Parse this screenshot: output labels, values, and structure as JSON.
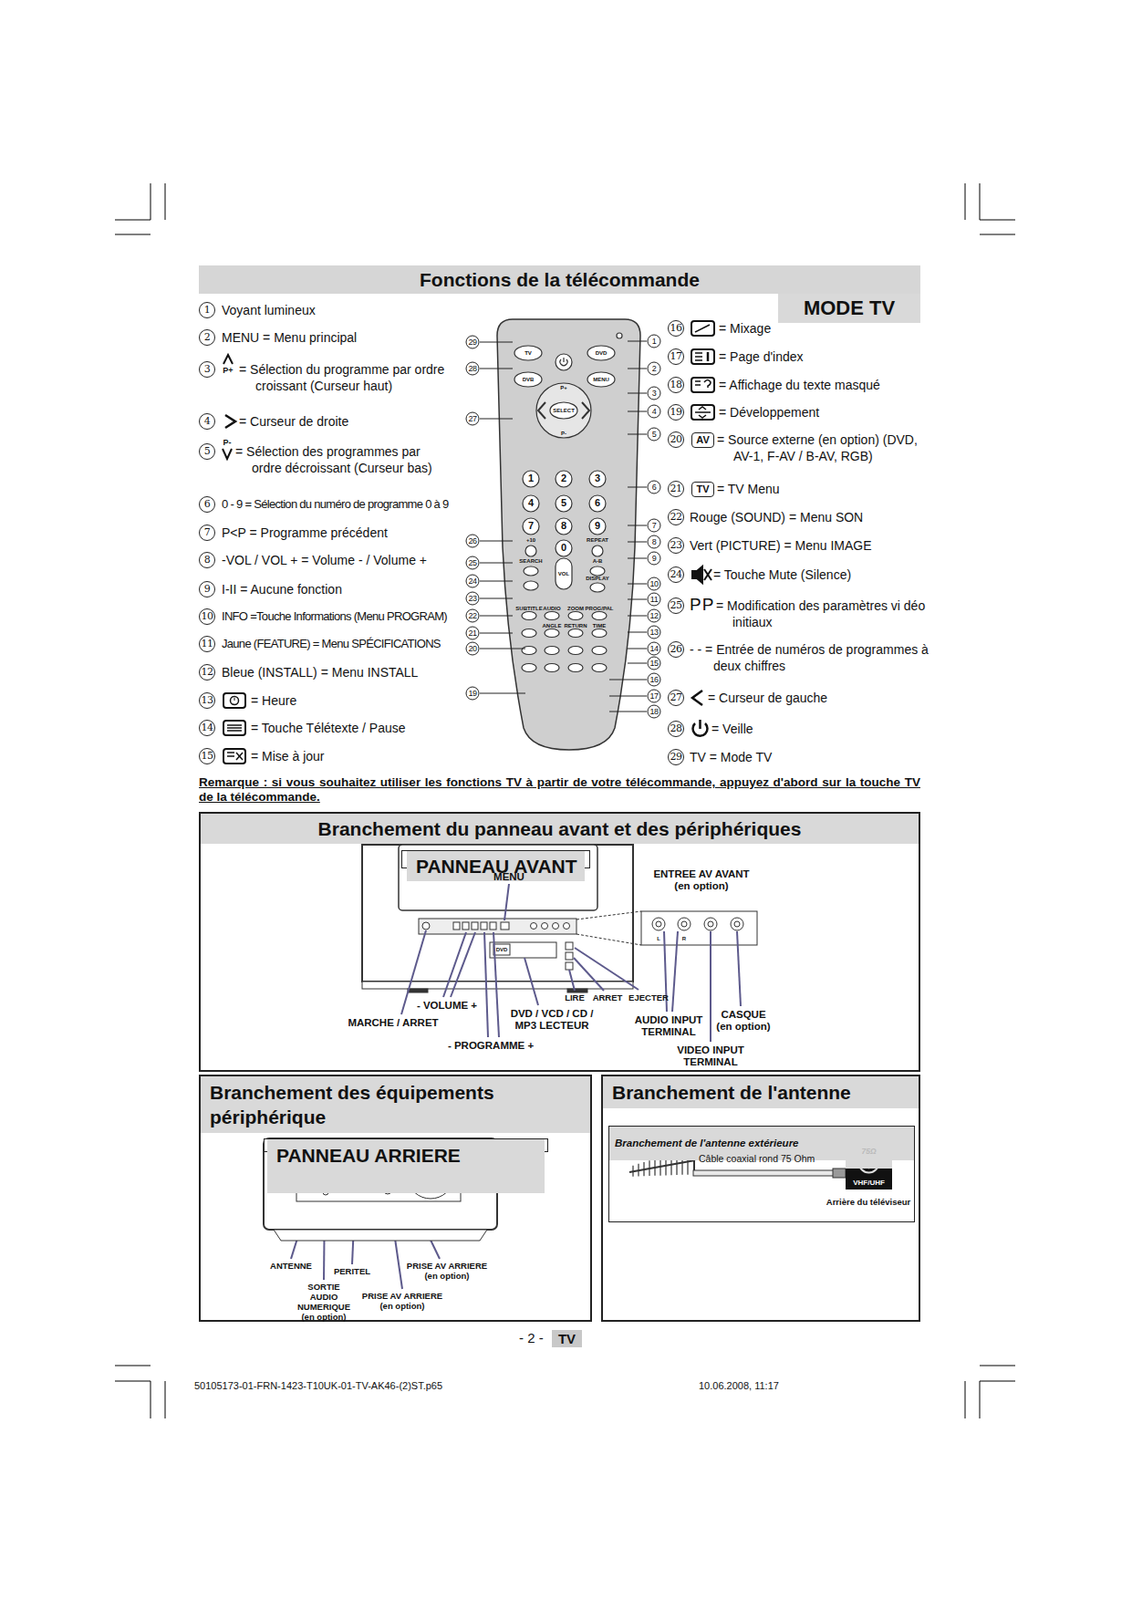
{
  "diagram": {
    "title": "Fonctions de la télécommande",
    "nodes": [
      {
        "text": [
          "MODE TV"
        ]
      },
      {
        "text": [
          "Branchement du panneau avant et des périphériques"
        ]
      },
      {
        "text": [
          "PANNEAU AVANT"
        ],
        "in": 1
      },
      {
        "text": [
          "Branchement des équipements périphérique"
        ]
      },
      {
        "text": [
          "PANNEAU ARRIERE"
        ],
        "in": 3
      },
      {
        "text": [
          "Branchement de l'antenne"
        ]
      },
      {
        "text": [
          "Branchement de l'antenne extérieure"
        ],
        "in": 5
      },
      {
        "text": [
          "75Ω",
          "VHF/UHF"
        ],
        "in": 6
      },
      {
        "text": [
          "TV"
        ]
      },
      {
        "text": [
          "AV"
        ]
      },
      {
        "text": [
          "TV"
        ]
      }
    ],
    "labels": [
      "1",
      "Voyant lumineux",
      "2",
      "MENU = Menu principal",
      "3",
      "P+",
      "= Sélection du programme par ordre croissant (Curseur haut)",
      "4",
      "= Curseur de droite",
      "5",
      "P-",
      "= Sélection des programmes par ordre décroissant (Curseur bas)",
      "6",
      "0 - 9 = Sélection du numéro de programme 0 à 9",
      "7",
      "P<P = Programme précédent",
      "8",
      "-VOL / VOL + = Volume - / Volume +",
      "9",
      "I-II = Aucune fonction",
      "10",
      "INFO =Touche Informations (Menu PROGRAM)",
      "11",
      "Jaune (FEATURE) = Menu SPÉCIFICATIONS",
      "12",
      "Bleue (INSTALL) = Menu INSTALL",
      "13",
      "= Heure",
      "14",
      "= Touche Télétexte / Pause",
      "15",
      "= Mise à jour",
      "16",
      "= Mixage",
      "17",
      "= Page d'index",
      "18",
      "= Affichage du texte masqué",
      "19",
      "= Développement",
      "20",
      "= Source externe (en option) (DVD, AV-1, F-AV / B-AV, RGB)",
      "21",
      "= TV Menu",
      "22",
      "Rouge (SOUND) = Menu SON",
      "23",
      "Vert (PICTURE) = Menu IMAGE",
      "24",
      "= Touche Mute (Silence)",
      "25",
      "PP",
      "= Modification des paramètres vi déo initiaux",
      "26",
      "- - = Entrée de numéros de programmes à deux chiffres",
      "27",
      "= Curseur de gauche",
      "28",
      "= Veille",
      "29",
      "TV = Mode TV",
      "Remarque : si vous souhaitez utiliser les fonctions TV à partir de votre télécommande, appuyez d'abord sur la touche TV de la télécommande.",
      "29",
      "28",
      "27",
      "26",
      "25",
      "24",
      "23",
      "22",
      "21",
      "20",
      "19",
      "1",
      "2",
      "3",
      "4",
      "5",
      "6",
      "7",
      "8",
      "9",
      "10",
      "11",
      "12",
      "13",
      "14",
      "15",
      "16",
      "17",
      "18",
      "TV",
      "DVD",
      "DVB",
      "MENU",
      "P+",
      "SELECT",
      "P-",
      "1",
      "2",
      "3",
      "4",
      "5",
      "6",
      "7",
      "8",
      "9",
      "+10",
      "0",
      "REPEAT",
      "SEARCH",
      "A-B",
      "VOL",
      "DISPLAY",
      "SUBTITLE",
      "AUDIO",
      "ZOOM",
      "PROG/PAL",
      "ANGLE",
      "RETURN",
      "TIME",
      "MENU",
      "ENTREE AV AVANT (en option)",
      "L",
      "R",
      "LIRE",
      "ARRET",
      "EJECTER",
      "- VOLUME +",
      "MARCHE / ARRET",
      "DVD / VCD / CD / MP3 LECTEUR",
      "- PROGRAMME +",
      "AUDIO INPUT TERMINAL",
      "CASQUE (en option)",
      "VIDEO INPUT TERMINAL",
      "ANTENNE",
      "PERITEL",
      "PRISE AV ARRIERE (en option)",
      "SORTIE AUDIO NUMERIQUE (en option)",
      "PRISE AV ARRIERE (en option)",
      "Câble coaxial rond 75 Ohm",
      "Arrière du téléviseur",
      "- 2 -",
      "50105173-01-FRN-1423-T10UK-01-TV-AK46-(2)ST.p65",
      "10.06.2008, 11:17",
      "DVD"
    ]
  }
}
